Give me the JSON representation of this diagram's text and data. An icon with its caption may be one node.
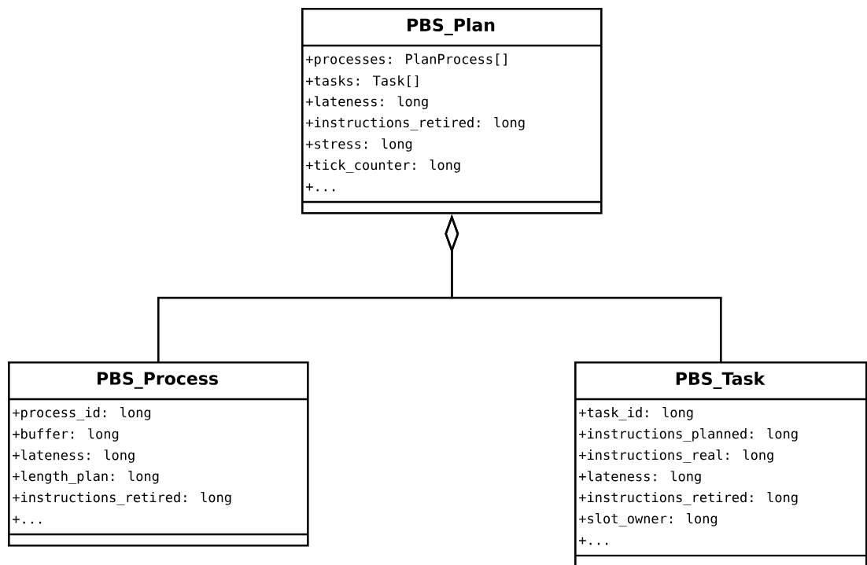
{
  "diagram": {
    "nodes": [
      {
        "text": [
          "PBS_Plan",
          "+processes: PlanProcess[]",
          "+tasks: Task[]",
          "+lateness: long",
          "+instructions_retired: long",
          "+stress: long",
          "+tick_counter: long",
          "+..."
        ]
      },
      {
        "text": [
          "PBS_Process",
          "+process_id: long",
          "+buffer: long",
          "+lateness: long",
          "+length_plan: long",
          "+instructions_retired: long",
          "+..."
        ]
      },
      {
        "text": [
          "PBS_Task",
          "+task_id: long",
          "+instructions_planned: long",
          "+instructions_real: long",
          "+lateness: long",
          "+instructions_retired: long",
          "+slot_owner: long",
          "+..."
        ]
      }
    ],
    "edges": [
      {
        "from": 0,
        "to": 1,
        "arrow": "other"
      },
      {
        "from": 0,
        "to": 2,
        "arrow": "other"
      }
    ]
  }
}
